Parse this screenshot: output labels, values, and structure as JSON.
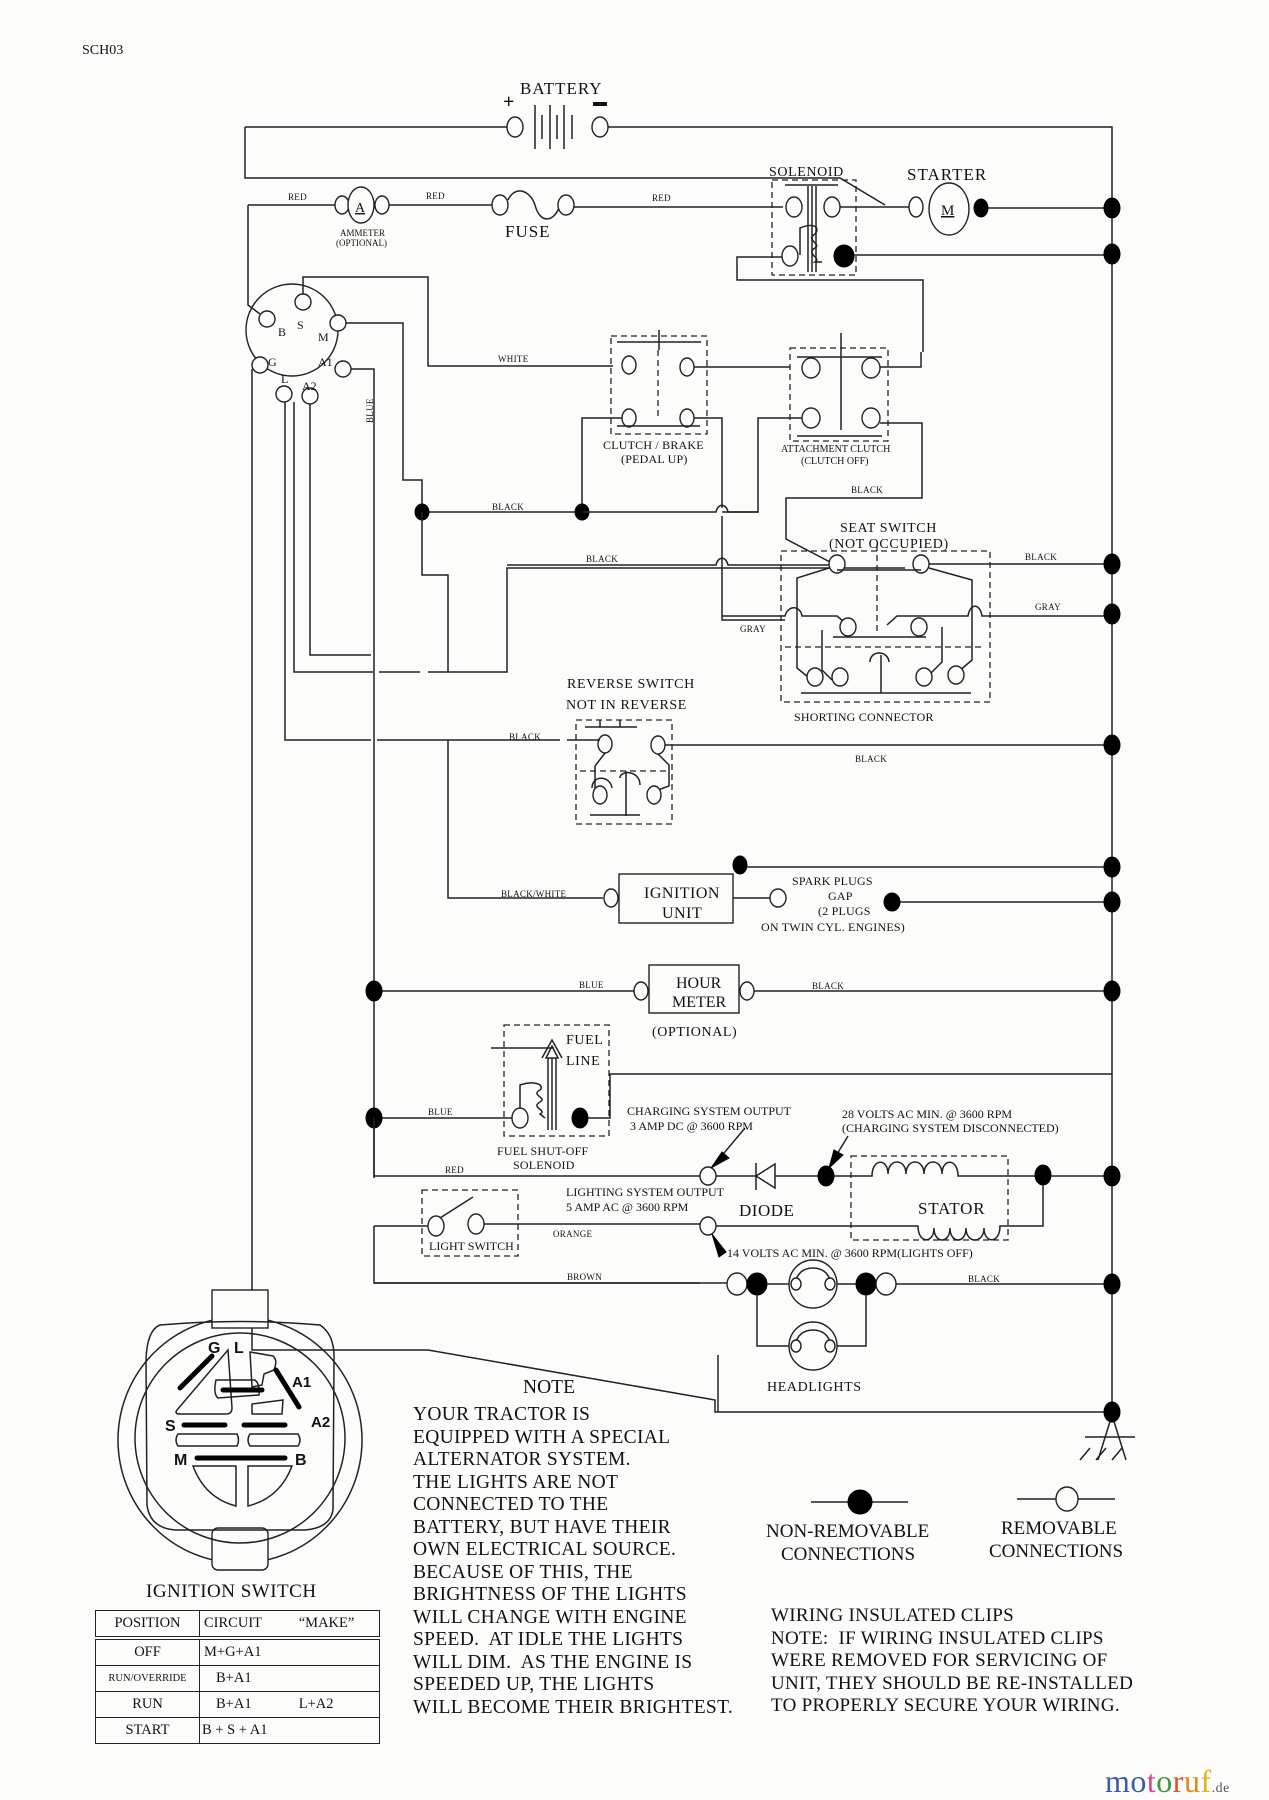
{
  "document_id": "SCH03",
  "components": {
    "battery": "BATTERY",
    "battery_plus": "+",
    "battery_minus": "−",
    "ammeter_symbol": "A",
    "ammeter": "AMMETER",
    "ammeter_note": "(OPTIONAL)",
    "fuse": "FUSE",
    "solenoid": "SOLENOID",
    "starter": "STARTER",
    "starter_symbol": "M",
    "clutch_brake": "CLUTCH / BRAKE",
    "clutch_brake_state": "(PEDAL UP)",
    "attachment_clutch": "ATTACHMENT CLUTCH",
    "attachment_clutch_state": "(CLUTCH OFF)",
    "seat_switch": "SEAT SWITCH",
    "seat_switch_state": "(NOT OCCUPIED)",
    "shorting_connector": "SHORTING CONNECTOR",
    "reverse_switch": "REVERSE SWITCH",
    "reverse_switch_state": "NOT IN REVERSE",
    "ignition_unit_line1": "IGNITION",
    "ignition_unit_line2": "UNIT",
    "spark_plugs_1": "SPARK PLUGS",
    "spark_plugs_2": "GAP",
    "spark_plugs_3": "(2 PLUGS",
    "spark_plugs_4": "ON TWIN CYL. ENGINES)",
    "hour_meter_line1": "HOUR",
    "hour_meter_line2": "METER",
    "hour_meter_note": "(OPTIONAL)",
    "fuel_line_1": "FUEL",
    "fuel_line_2": "LINE",
    "fuel_solenoid_1": "FUEL SHUT-OFF",
    "fuel_solenoid_2": "SOLENOID",
    "charging_output_1": "CHARGING SYSTEM OUTPUT",
    "charging_output_2": "3 AMP DC @ 3600 RPM",
    "stator_volts_1": "28 VOLTS AC MIN. @ 3600 RPM",
    "stator_volts_2": "(CHARGING SYSTEM DISCONNECTED)",
    "diode": "DIODE",
    "stator": "STATOR",
    "lighting_output_1": "LIGHTING SYSTEM OUTPUT",
    "lighting_output_2": "5 AMP AC @ 3600 RPM",
    "light_switch": "LIGHT SWITCH",
    "lights_volts": "14 VOLTS AC MIN. @ 3600 RPM(LIGHTS OFF)",
    "headlights": "HEADLIGHTS"
  },
  "switch_terminals": [
    "B",
    "S",
    "M",
    "G",
    "A1",
    "L",
    "A2"
  ],
  "wire_labels": {
    "red1": "RED",
    "red2": "RED",
    "red3": "RED",
    "white": "WHITE",
    "blue_vertical": "BLUE",
    "black1": "BLACK",
    "black2": "BLACK",
    "black_seat": "BLACK",
    "black_attach": "BLACK",
    "gray_left": "GRAY",
    "gray_right": "GRAY",
    "black_rev_left": "BLACK",
    "black_rev_right": "BLACK",
    "black_white": "BLACK/WHITE",
    "blue_hour": "BLUE",
    "black_hour": "BLACK",
    "blue_fuel": "BLUE",
    "red_charge": "RED",
    "orange": "ORANGE",
    "brown": "BROWN",
    "black_lights": "BLACK"
  },
  "ignition_switch": {
    "title": "IGNITION SWITCH",
    "face_labels": [
      "G",
      "L",
      "A1",
      "A2",
      "S",
      "M",
      "B"
    ],
    "table": {
      "headers": [
        "POSITION",
        "CIRCUIT",
        "“MAKE”"
      ],
      "rows": [
        {
          "position": "OFF",
          "circuit": "M+G+A1",
          "make": ""
        },
        {
          "position": "RUN/OVERRIDE",
          "circuit": "B+A1",
          "make": ""
        },
        {
          "position": "RUN",
          "circuit": "B+A1",
          "make": "L+A2"
        },
        {
          "position": "START",
          "circuit": "B + S + A1",
          "make": ""
        }
      ]
    }
  },
  "note": {
    "title": "NOTE",
    "body": "YOUR TRACTOR IS\nEQUIPPED WITH A SPECIAL\nALTERNATOR SYSTEM.\nTHE LIGHTS ARE NOT\nCONNECTED TO THE\nBATTERY, BUT HAVE THEIR\nOWN ELECTRICAL SOURCE.\nBECAUSE OF THIS, THE\nBRIGHTNESS OF THE LIGHTS\nWILL CHANGE WITH ENGINE\nSPEED.  AT IDLE THE LIGHTS\nWILL DIM.  AS THE ENGINE IS\nSPEEDED UP, THE LIGHTS\nWILL BECOME THEIR BRIGHTEST."
  },
  "legend": {
    "non_removable_1": "NON-REMOVABLE",
    "non_removable_2": "CONNECTIONS",
    "removable_1": "REMOVABLE",
    "removable_2": "CONNECTIONS"
  },
  "clips_note": "WIRING INSULATED CLIPS\nNOTE:  IF WIRING INSULATED CLIPS\nWERE REMOVED FOR SERVICING OF\nUNIT, THEY SHOULD BE RE-INSTALLED\nTO PROPERLY SECURE YOUR WIRING.",
  "watermark": {
    "letters": [
      "m",
      "o",
      "t",
      "o",
      "r",
      "u",
      "f"
    ],
    "colors": [
      "#3b5ba7",
      "#3b5ba7",
      "#d2478f",
      "#3e9a3e",
      "#d9542b",
      "#e08a1e",
      "#e2b21c"
    ],
    "suffix": ".de"
  }
}
